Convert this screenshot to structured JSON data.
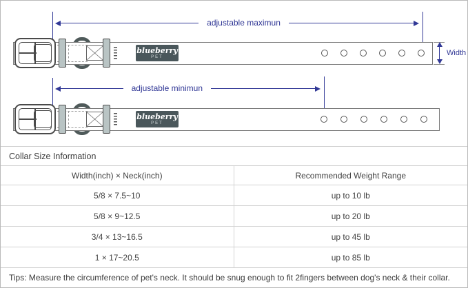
{
  "diagram": {
    "adjustable_max_label": "adjustable maximun",
    "adjustable_min_label": "adjustable minimun",
    "width_label": "Width",
    "brand_name": "blueberry",
    "brand_sub": "PET",
    "holes_per_collar": 6,
    "colors": {
      "dimension_navy": "#313896",
      "keeper_gray": "#b9c4c4",
      "logo_bg": "#4a575b",
      "strap_outline": "#7a7a7a"
    }
  },
  "size_table": {
    "title": "Collar Size Information",
    "col_size": "Width(inch) × Neck(inch)",
    "col_weight": "Recommended Weight Range",
    "rows": [
      {
        "size": "5/8 × 7.5~10",
        "weight": "up to 10 lb"
      },
      {
        "size": "5/8 × 9~12.5",
        "weight": "up to 20 lb"
      },
      {
        "size": "3/4 × 13~16.5",
        "weight": "up to 45 lb"
      },
      {
        "size": "1 × 17~20.5",
        "weight": "up to 85 lb"
      }
    ],
    "tips": "Tips: Measure the circumference of pet's neck. It should be snug enough to fit 2fingers between dog's neck & their collar."
  }
}
